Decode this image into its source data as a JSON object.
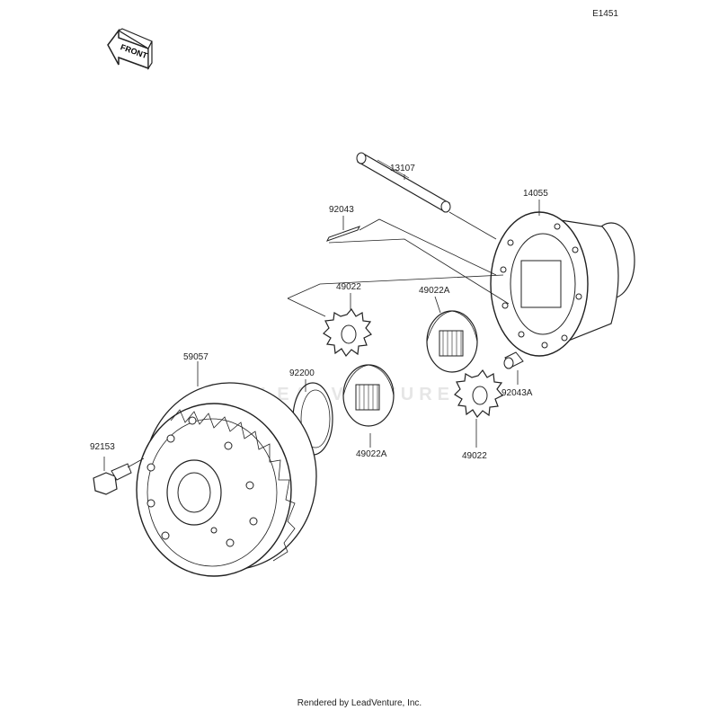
{
  "diagram_code": "E1451",
  "front_label": "FRONT",
  "watermark": "LEADVENTURE",
  "footer": "Rendered by LeadVenture, Inc.",
  "parts": [
    {
      "id": "13107",
      "label": "13107"
    },
    {
      "id": "14055",
      "label": "14055"
    },
    {
      "id": "92043",
      "label": "92043"
    },
    {
      "id": "49022_top",
      "label": "49022"
    },
    {
      "id": "49022A_top",
      "label": "49022A"
    },
    {
      "id": "92200",
      "label": "92200"
    },
    {
      "id": "59057",
      "label": "59057"
    },
    {
      "id": "92043A",
      "label": "92043A"
    },
    {
      "id": "49022A_bottom",
      "label": "49022A"
    },
    {
      "id": "49022_bottom",
      "label": "49022"
    },
    {
      "id": "92153",
      "label": "92153"
    }
  ]
}
